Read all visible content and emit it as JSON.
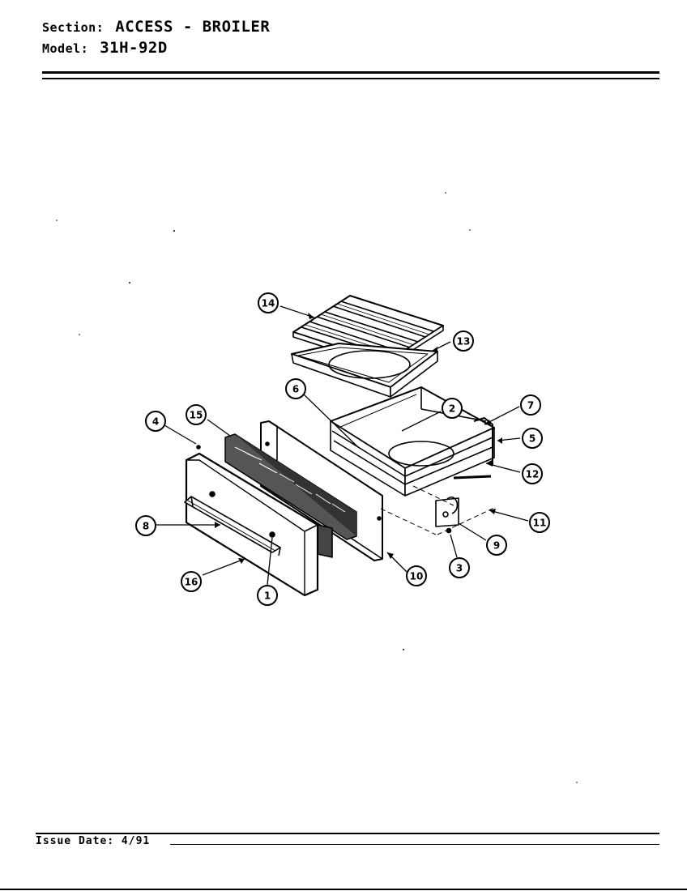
{
  "header": {
    "section_label": "Section:",
    "section_value": "ACCESS - BROILER",
    "model_label": "Model:",
    "model_value": "31H-92D"
  },
  "footer": {
    "issue_date": "Issue Date: 4/91"
  },
  "callouts": [
    "1",
    "2",
    "3",
    "4",
    "5",
    "6",
    "7",
    "8",
    "9",
    "10",
    "11",
    "12",
    "13",
    "14",
    "15",
    "16"
  ]
}
